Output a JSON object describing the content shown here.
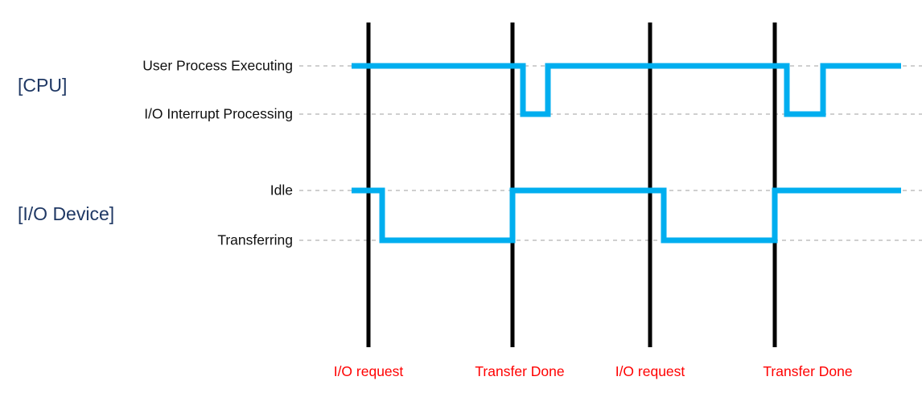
{
  "figure": {
    "type": "timing-diagram",
    "background_color": "#FFFFFF",
    "signal_color": "#00AEEF",
    "event_line_color": "#000000",
    "event_label_color": "#FF0000",
    "group_label_color": "#1F3864",
    "gridline_color": "#BFBFBF",
    "state_label_color": "#101010"
  },
  "groups": [
    {
      "id": "cpu",
      "label": "[CPU]"
    },
    {
      "id": "io_device",
      "label": "[I/O Device]"
    }
  ],
  "state_labels": [
    {
      "id": "user-process-executing",
      "text": "User Process Executing",
      "group": "cpu",
      "y": 82
    },
    {
      "id": "io-interrupt-processing",
      "text": "I/O Interrupt Processing",
      "group": "cpu",
      "y": 142
    },
    {
      "id": "idle",
      "text": "Idle",
      "group": "io_device",
      "y": 237
    },
    {
      "id": "transferring",
      "text": "Transferring",
      "group": "io_device",
      "y": 299
    }
  ],
  "event_markers": [
    {
      "id": "event-1",
      "label": "I/O request",
      "x": 458
    },
    {
      "id": "event-2",
      "label": "Transfer Done",
      "x": 637
    },
    {
      "id": "event-3",
      "label": "I/O request",
      "x": 808
    },
    {
      "id": "event-4",
      "label": "Transfer Done",
      "x": 963
    }
  ],
  "chart_data": {
    "type": "line",
    "title": "",
    "xlabel": "",
    "ylabel": "",
    "grid": true,
    "legend_position": "none",
    "x_axis": {
      "type": "time",
      "ticks": [
        {
          "label": "I/O request",
          "x": 458
        },
        {
          "label": "Transfer Done",
          "x": 637
        },
        {
          "label": "I/O request",
          "x": 808
        },
        {
          "label": "Transfer Done",
          "x": 963
        }
      ]
    },
    "series": [
      {
        "name": "CPU",
        "states": [
          "User Process Executing",
          "I/O Interrupt Processing"
        ],
        "segments": [
          {
            "state": "User Process Executing",
            "x_start": 437,
            "x_end": 650
          },
          {
            "state": "I/O Interrupt Processing",
            "x_start": 650,
            "x_end": 681
          },
          {
            "state": "User Process Executing",
            "x_start": 681,
            "x_end": 978
          },
          {
            "state": "I/O Interrupt Processing",
            "x_start": 978,
            "x_end": 1023
          },
          {
            "state": "User Process Executing",
            "x_start": 1023,
            "x_end": 1120
          }
        ]
      },
      {
        "name": "I/O Device",
        "states": [
          "Idle",
          "Transferring"
        ],
        "segments": [
          {
            "state": "Idle",
            "x_start": 437,
            "x_end": 475
          },
          {
            "state": "Transferring",
            "x_start": 475,
            "x_end": 637
          },
          {
            "state": "Idle",
            "x_start": 637,
            "x_end": 825
          },
          {
            "state": "Transferring",
            "x_start": 825,
            "x_end": 963
          },
          {
            "state": "Idle",
            "x_start": 963,
            "x_end": 1120
          }
        ]
      }
    ]
  }
}
